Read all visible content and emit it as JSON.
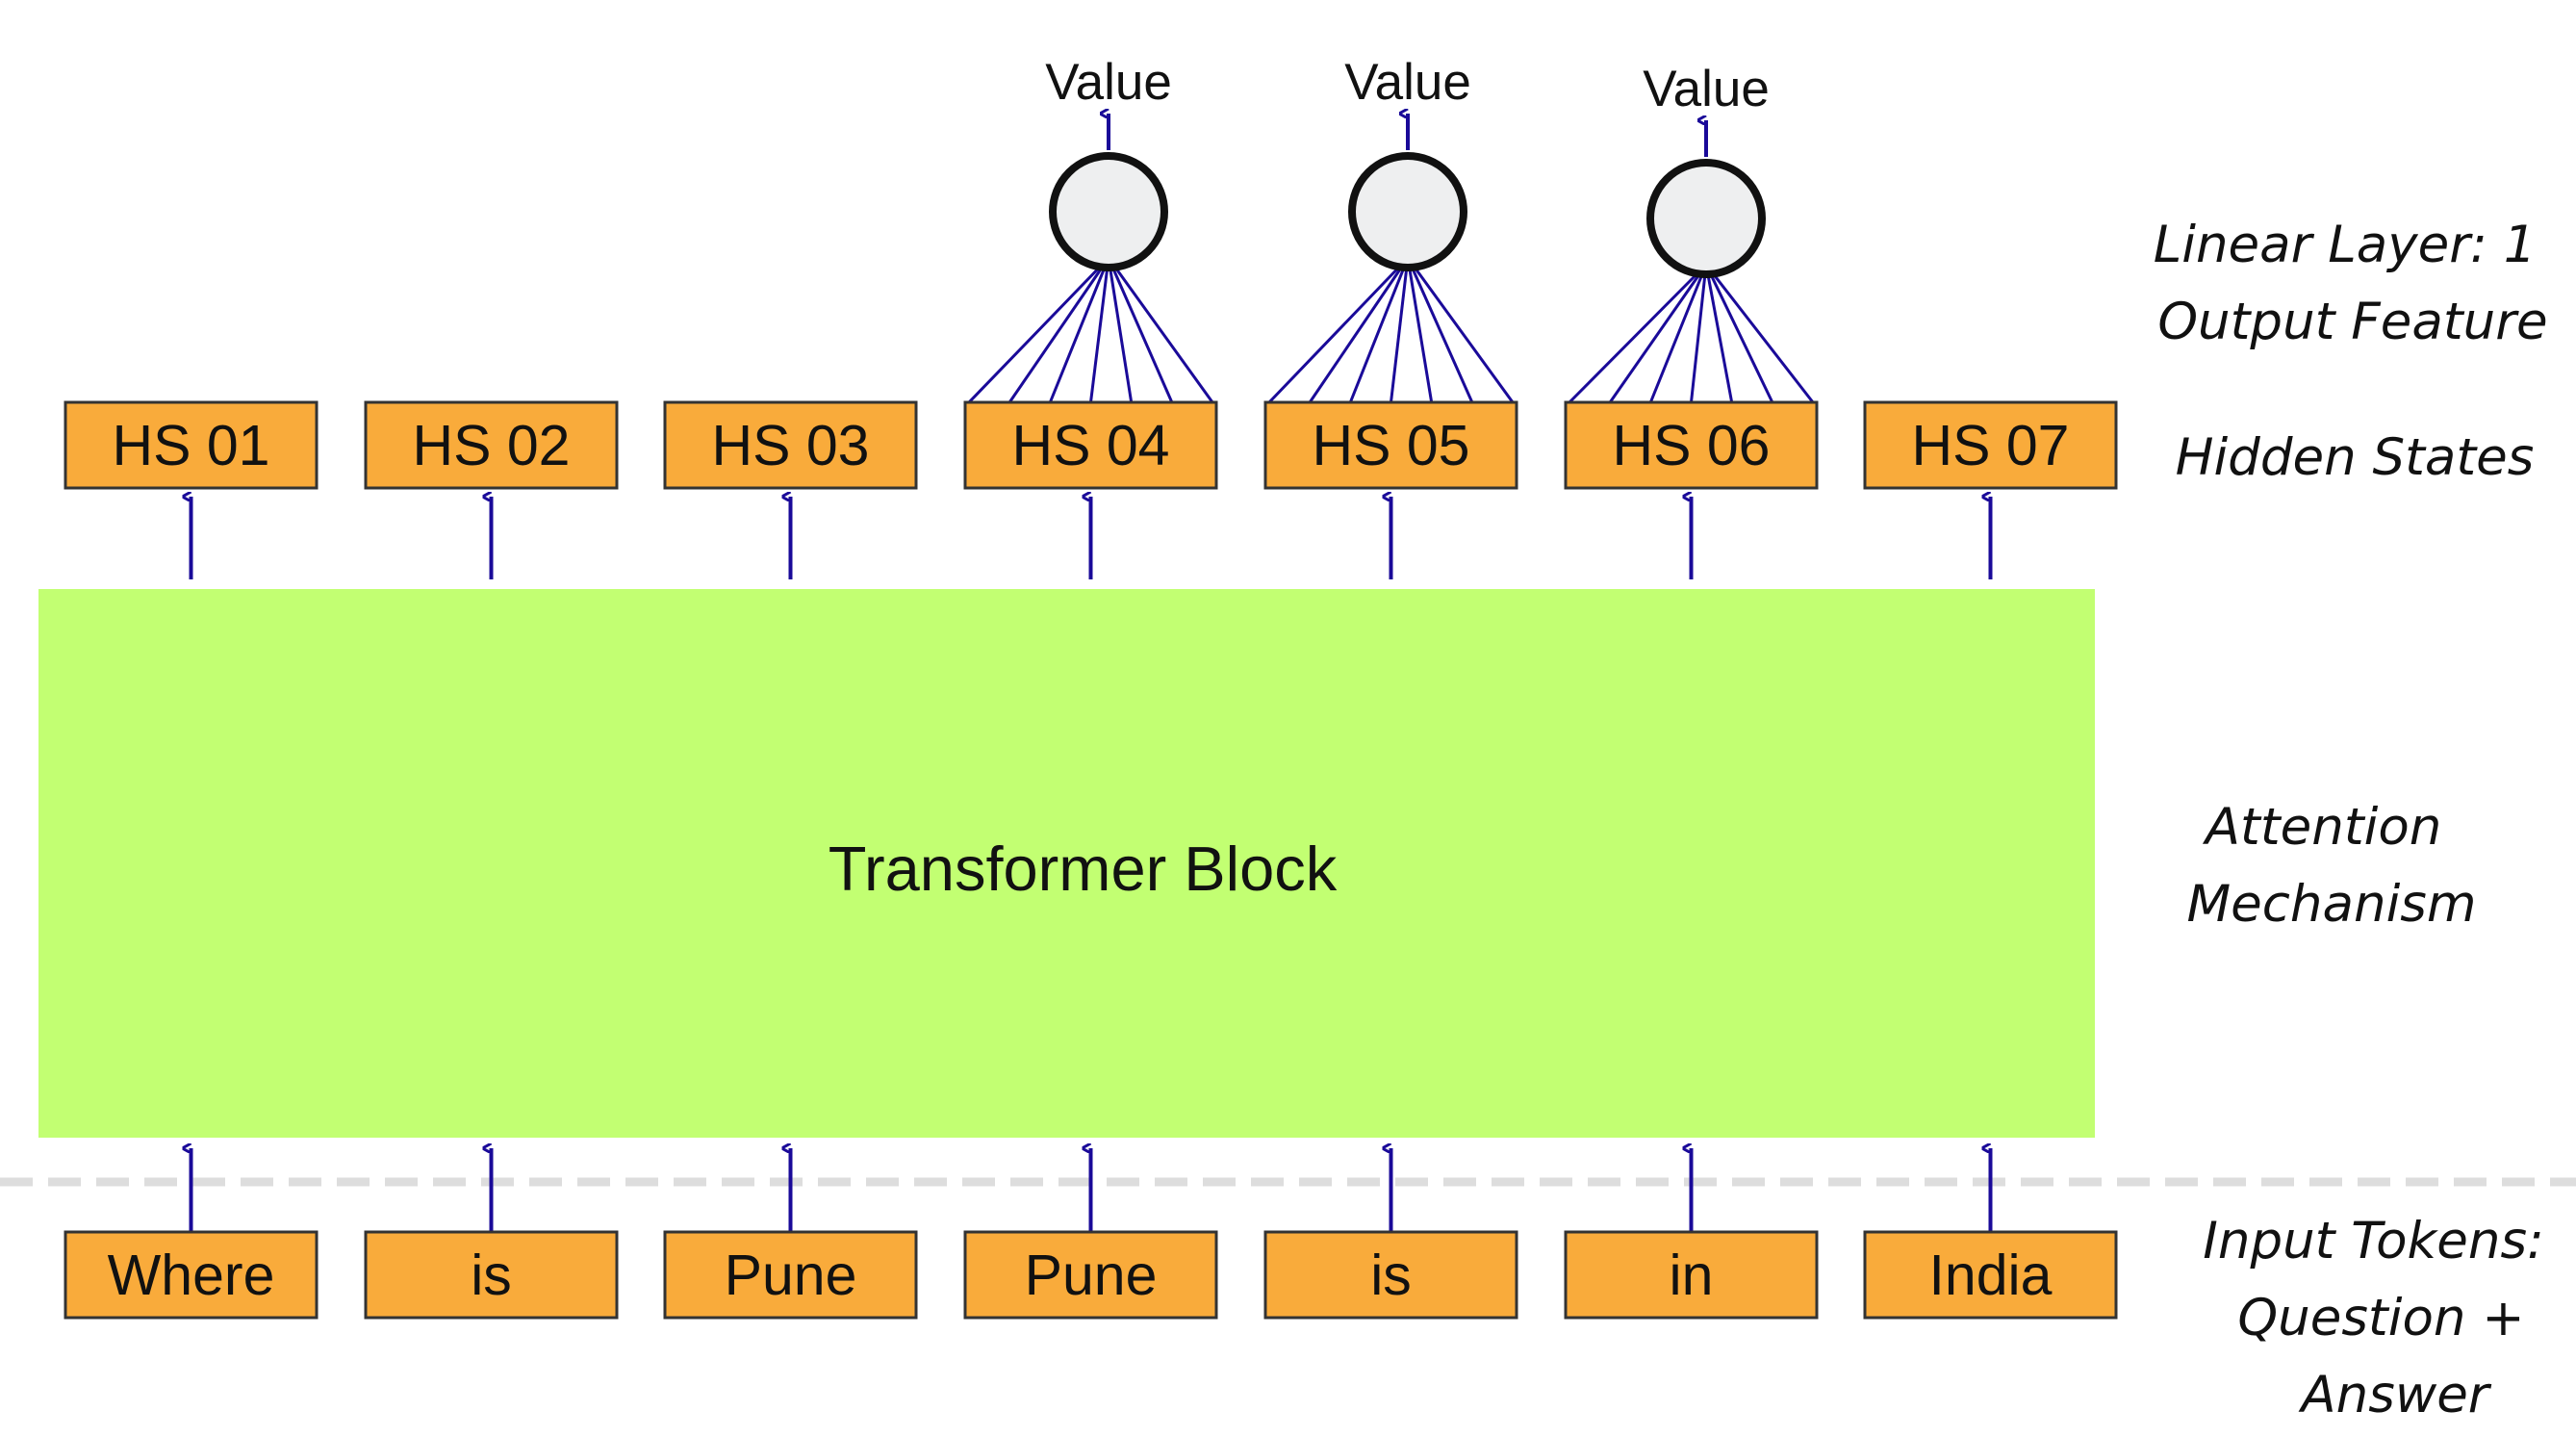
{
  "colors": {
    "token_box": "#f9ab3b",
    "transformer_block": "#c2ff72",
    "arrow": "#1a0a99",
    "neuron_fill": "#eeeff0",
    "divider": "#dddddd"
  },
  "transformer": {
    "label": "Transformer Block"
  },
  "hidden_states": [
    "HS 01",
    "HS 02",
    "HS 03",
    "HS 04",
    "HS 05",
    "HS 06",
    "HS 07"
  ],
  "input_tokens": [
    "Where",
    "is",
    "Pune",
    "Pune",
    "is",
    "in",
    "India"
  ],
  "value_heads": [
    {
      "label": "Value"
    },
    {
      "label": "Value"
    },
    {
      "label": "Value"
    }
  ],
  "side_labels": {
    "linear_layer": [
      "Linear Layer: 1",
      "Output Feature"
    ],
    "hidden_states": [
      "Hidden States"
    ],
    "attention": [
      "Attention",
      "Mechanism"
    ],
    "input_tokens": [
      "Input Tokens:",
      "Question +",
      "Answer"
    ]
  }
}
